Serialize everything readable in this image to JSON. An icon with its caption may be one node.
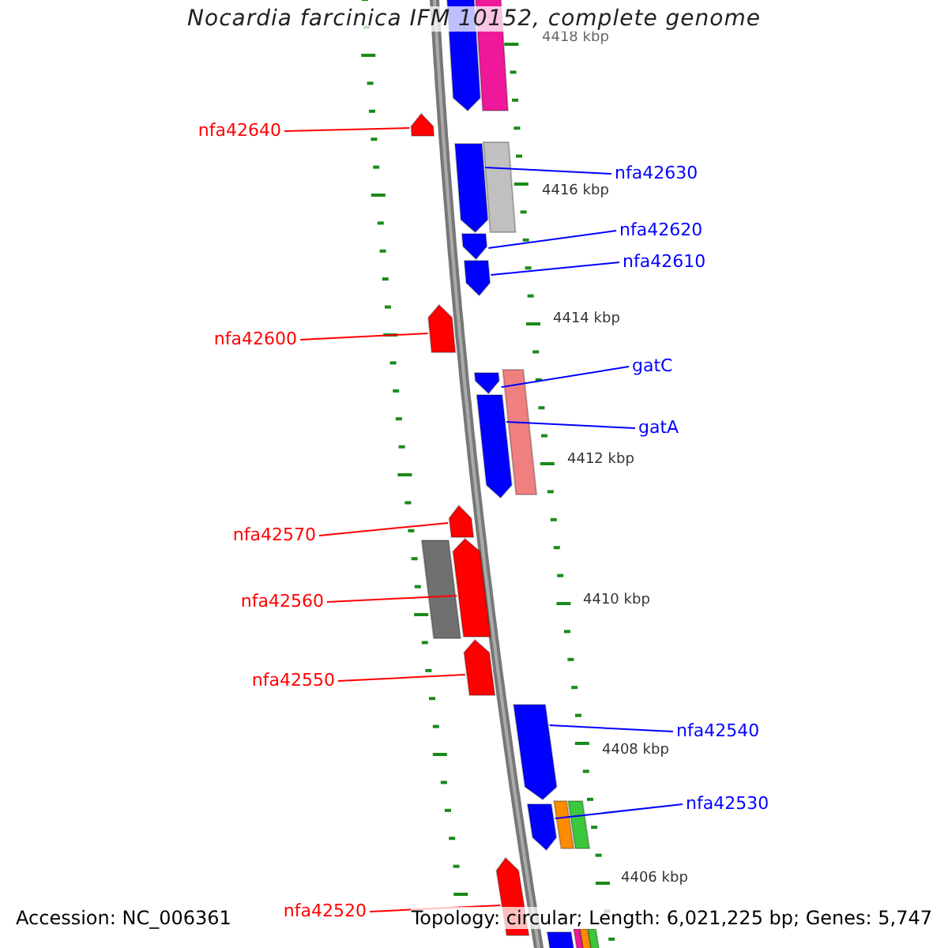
{
  "diagram": {
    "title": "Nocardia farcinica IFM 10152, complete genome",
    "nodes": [
      {
        "text": [
          "nfa42640"
        ]
      },
      {
        "text": [
          "nfa42630"
        ]
      },
      {
        "text": [
          "nfa42620"
        ]
      },
      {
        "text": [
          "nfa42610"
        ]
      },
      {
        "text": [
          "nfa42600"
        ]
      },
      {
        "text": [
          "gatC"
        ]
      },
      {
        "text": [
          "gatA"
        ]
      },
      {
        "text": [
          "nfa42570"
        ]
      },
      {
        "text": [
          "nfa42560"
        ]
      },
      {
        "text": [
          "nfa42550"
        ]
      },
      {
        "text": [
          "nfa42540"
        ]
      },
      {
        "text": [
          "nfa42530"
        ]
      },
      {
        "text": [
          "nfa42520"
        ]
      },
      {
        "text": [],
        "shape": "pentagon"
      },
      {
        "text": [],
        "shape": "bar"
      },
      {
        "text": [],
        "shape": "pentagon"
      },
      {
        "text": [],
        "shape": "pentagon"
      },
      {
        "text": [],
        "shape": "bar"
      },
      {
        "text": [],
        "shape": "pentagon"
      },
      {
        "text": [],
        "shape": "pentagon"
      },
      {
        "text": [],
        "shape": "pentagon"
      },
      {
        "text": [],
        "shape": "pentagon"
      },
      {
        "text": [],
        "shape": "pentagon"
      },
      {
        "text": [],
        "shape": "bar"
      },
      {
        "text": [],
        "shape": "pentagon"
      },
      {
        "text": [],
        "shape": "bar"
      },
      {
        "text": [],
        "shape": "pentagon"
      },
      {
        "text": [],
        "shape": "pentagon"
      },
      {
        "text": [],
        "shape": "pentagon"
      },
      {
        "text": [],
        "shape": "pentagon"
      },
      {
        "text": [],
        "shape": "bar"
      },
      {
        "text": [],
        "shape": "bar"
      },
      {
        "text": [],
        "shape": "pentagon"
      },
      {
        "text": [],
        "shape": "pentagon"
      },
      {
        "text": [],
        "shape": "bar"
      },
      {
        "text": [],
        "shape": "bar"
      },
      {
        "text": [],
        "shape": "bar"
      }
    ],
    "edges": [
      {
        "from": 0,
        "to": 15,
        "arrow": "none",
        "color": "#ff0000"
      },
      {
        "from": 1,
        "to": 16,
        "arrow": "none"
      },
      {
        "from": 2,
        "to": 18,
        "arrow": "none"
      },
      {
        "from": 3,
        "to": 19,
        "arrow": "none"
      },
      {
        "from": 4,
        "to": 20,
        "arrow": "none",
        "color": "#ff0000"
      },
      {
        "from": 5,
        "to": 21,
        "arrow": "none"
      },
      {
        "from": 6,
        "to": 22,
        "arrow": "none"
      },
      {
        "from": 7,
        "to": 24,
        "arrow": "none",
        "color": "#ff0000"
      },
      {
        "from": 8,
        "to": 26,
        "arrow": "none",
        "color": "#ff0000"
      },
      {
        "from": 9,
        "to": 27,
        "arrow": "none",
        "color": "#ff0000"
      },
      {
        "from": 10,
        "to": 28,
        "arrow": "none"
      },
      {
        "from": 11,
        "to": 29,
        "arrow": "none"
      },
      {
        "from": 12,
        "to": 32,
        "arrow": "none",
        "color": "#ff0000"
      }
    ],
    "labels": [
      "4418 kbp",
      "4416 kbp",
      "4414 kbp",
      "4412 kbp",
      "4410 kbp",
      "4408 kbp",
      "4406 kbp",
      "Accession: NC_006361",
      "Topology: circular; Length: 6,021,225 bp; Genes: 5,747"
    ]
  }
}
